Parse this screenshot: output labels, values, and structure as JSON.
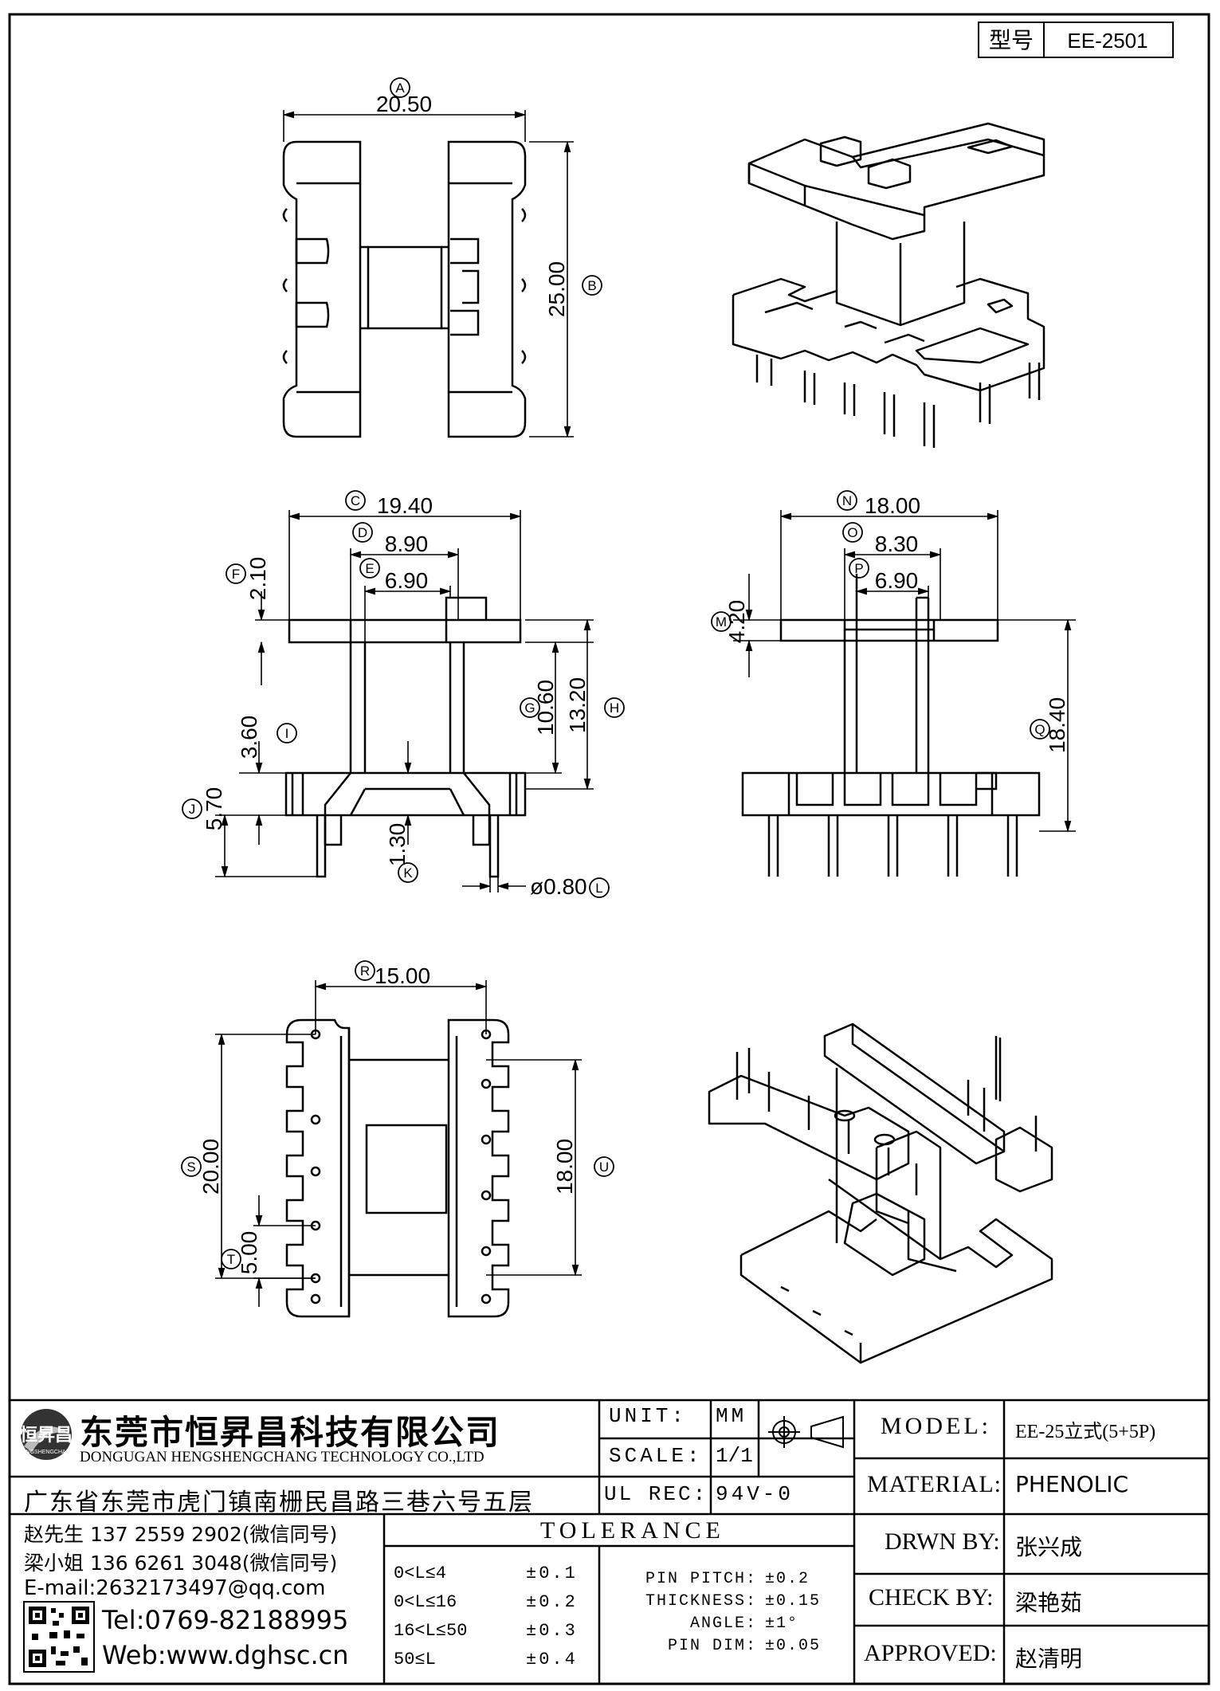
{
  "header": {
    "model_label": "型号",
    "model_value": "EE-2501"
  },
  "top_view": {
    "width_label": "A",
    "width_value": "20.50",
    "height_label": "B",
    "height_value": "25.00"
  },
  "side_view": {
    "c_label": "C",
    "c_value": "19.40",
    "d_label": "D",
    "d_value": "8.90",
    "e_label": "E",
    "e_value": "6.90",
    "f_label": "F",
    "f_value": "2.10",
    "g_label": "G",
    "g_value": "10.60",
    "h_label": "H",
    "h_value": "13.20",
    "i_label": "I",
    "i_value": "3.60",
    "j_label": "J",
    "j_value": "5.70",
    "k_label": "K",
    "k_value": "1.30",
    "l_label": "L",
    "l_value": "ø0.80"
  },
  "front_view": {
    "n_label": "N",
    "n_value": "18.00",
    "o_label": "O",
    "o_value": "8.30",
    "p_label": "P",
    "p_value": "6.90",
    "m_label": "M",
    "m_value": "4.20",
    "q_label": "Q",
    "q_value": "18.40"
  },
  "bottom_view": {
    "r_label": "R",
    "r_value": "15.00",
    "s_label": "S",
    "s_value": "20.00",
    "t_label": "T",
    "t_value": "5.00",
    "u_label": "U",
    "u_value": "18.00"
  },
  "title_block": {
    "company_cn": "东莞市恒昇昌科技有限公司",
    "company_en": "DONGUGAN HENGSHENGCHANG TECHNOLOGY CO.,LTD",
    "logo_text": "恒昇昌",
    "logo_sub": "HENGSHENGCHANG",
    "address": "广东省东莞市虎门镇南栅民昌路三巷六号五层",
    "contact1": "赵先生 137 2559 2902(微信同号)",
    "contact2": "梁小姐 136 6261 3048(微信同号)",
    "email": "E-mail:2632173497@qq.com",
    "tel": "Tel:0769-82188995",
    "web": "Web:www.dghsc.cn",
    "unit_label": "UNIT:",
    "unit_value": "MM",
    "scale_label": "SCALE:",
    "scale_value": "1/1",
    "ulrec_label": "UL REC:",
    "ulrec_value": "94V-0",
    "tolerance_title": "TOLERANCE",
    "tol_rows": [
      {
        "range": "0<L≤4",
        "value": "±0.1"
      },
      {
        "range": "0<L≤16",
        "value": "±0.2"
      },
      {
        "range": "16<L≤50",
        "value": "±0.3"
      },
      {
        "range": "50≤L",
        "value": "±0.4"
      }
    ],
    "spec_rows": [
      {
        "label": "PIN PITCH:",
        "value": "±0.2"
      },
      {
        "label": "THICKNESS:",
        "value": "±0.15"
      },
      {
        "label": "ANGLE:",
        "value": "±1°"
      },
      {
        "label": "PIN DIM:",
        "value": "±0.05"
      }
    ],
    "model_label": "MODEL:",
    "model_value": "EE-25立式(5+5P)",
    "material_label": "MATERIAL:",
    "material_value": "PHENOLIC",
    "drwn_label": "DRWN BY:",
    "drwn_value": "张兴成",
    "check_label": "CHECK BY:",
    "check_value": "梁艳茹",
    "approved_label": "APPROVED:",
    "approved_value": "赵清明"
  }
}
